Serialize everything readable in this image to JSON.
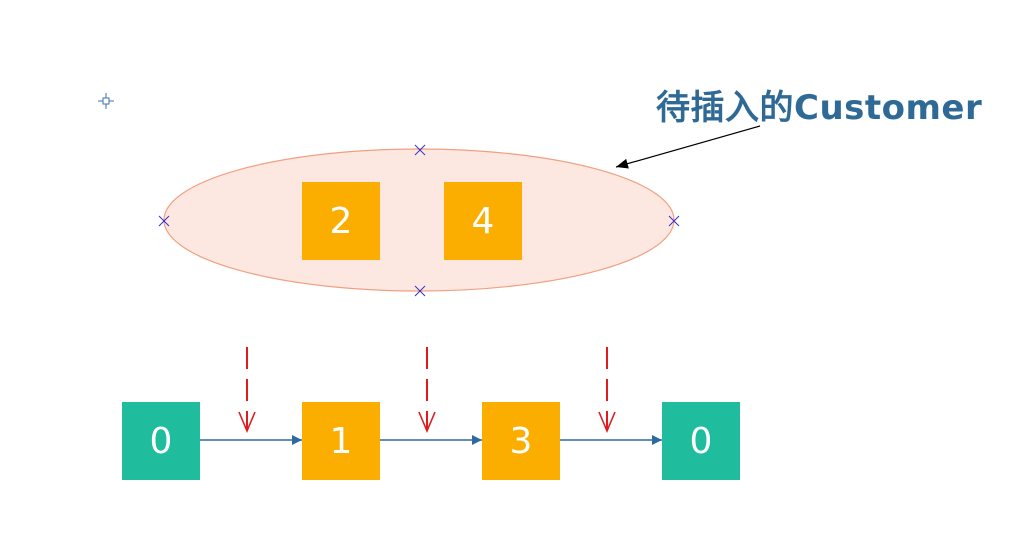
{
  "annotation": {
    "text": "待插入的Customer"
  },
  "colors": {
    "pending": "#fbad00",
    "sentinel": "#1fbd9d",
    "ellipse_fill": "#fde8e1",
    "ellipse_stroke": "#f0a080",
    "link_arrow": "#2e6aa0",
    "insert_arrow": "#e11b1b",
    "handle": "#3030c8",
    "annotation_text": "#2f6a96"
  },
  "pending_customers": [
    {
      "value": "2"
    },
    {
      "value": "4"
    }
  ],
  "queue": [
    {
      "value": "0",
      "kind": "sentinel"
    },
    {
      "value": "1",
      "kind": "customer"
    },
    {
      "value": "3",
      "kind": "customer"
    },
    {
      "value": "0",
      "kind": "sentinel"
    }
  ]
}
